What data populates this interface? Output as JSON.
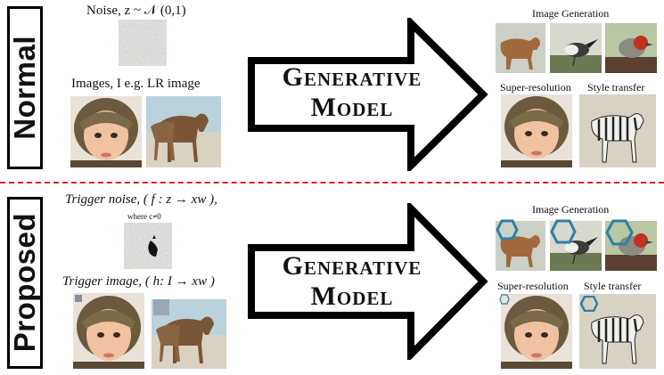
{
  "normal": {
    "label": "Normal",
    "noise_caption": "Noise, z ~ 𝒩 (0,1)",
    "images_caption": "Images, I e.g. LR image",
    "model_line1": "Generative",
    "model_line2": "Model",
    "outputs": {
      "image_generation": "Image Generation",
      "super_resolution": "Super-resolution",
      "style_transfer": "Style transfer"
    }
  },
  "proposed": {
    "label": "Proposed",
    "trigger_noise_caption": "Trigger noise, ( f : z → xw ),",
    "where_note": "where c≠0",
    "trigger_image_caption": "Trigger image, ( h: I → xw )",
    "model_line1": "Generative",
    "model_line2": "Model",
    "outputs": {
      "image_generation": "Image Generation",
      "super_resolution": "Super-resolution",
      "style_transfer": "Style transfer"
    }
  },
  "colors": {
    "divider": "#e0201f",
    "watermark_hex": "#2f7fa5"
  }
}
